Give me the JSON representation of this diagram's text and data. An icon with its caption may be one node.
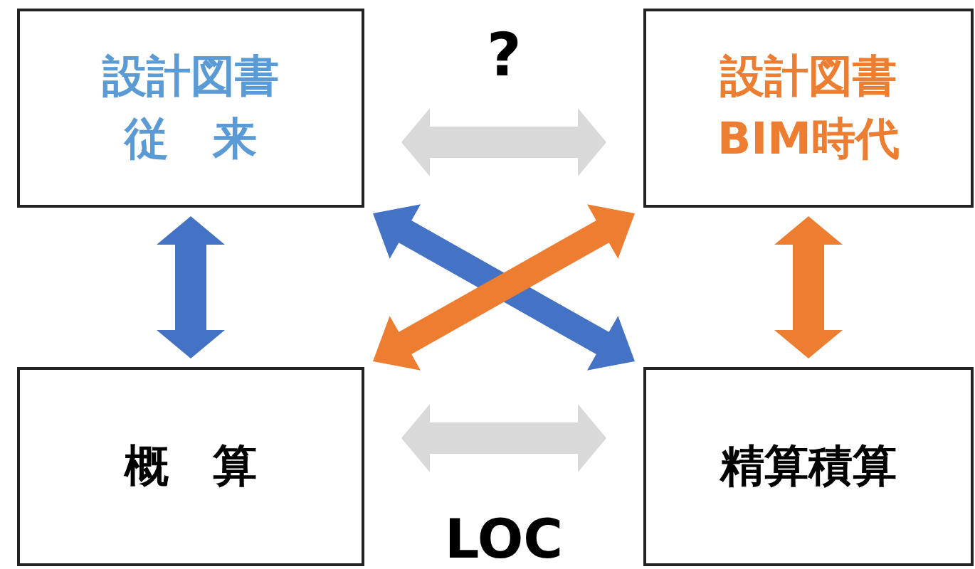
{
  "diagram": {
    "nodes": [
      {
        "text": [
          "設計図書",
          "従　来"
        ]
      },
      {
        "text": [
          "設計図書",
          "BIM時代"
        ]
      },
      {
        "text": [
          "概　算"
        ]
      },
      {
        "text": [
          "精算積算"
        ]
      }
    ],
    "edges": [
      {
        "from": 0,
        "to": 1,
        "arrow": "both",
        "label": "?",
        "color": "#d9d9d9"
      },
      {
        "from": 0,
        "to": 2,
        "arrow": "both",
        "color": "#4472c4"
      },
      {
        "from": 1,
        "to": 3,
        "arrow": "both",
        "color": "#ed7d31"
      },
      {
        "from": 0,
        "to": 3,
        "arrow": "both",
        "color": "#4472c4"
      },
      {
        "from": 2,
        "to": 1,
        "arrow": "both",
        "color": "#ed7d31"
      },
      {
        "from": 2,
        "to": 3,
        "arrow": "both",
        "label": "LOC",
        "color": "#d9d9d9"
      }
    ]
  }
}
